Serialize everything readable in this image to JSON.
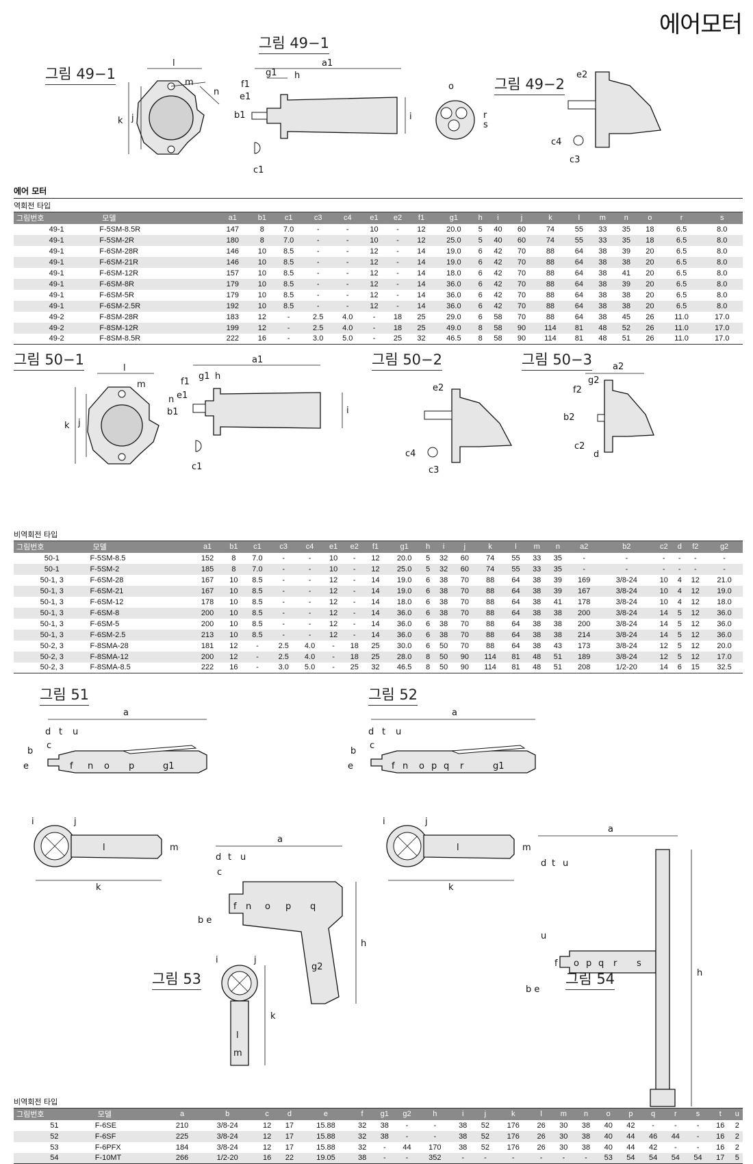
{
  "page_title": "에어모터",
  "figures": {
    "f49_1a": "그림 49−1",
    "f49_1b": "그림 49−1",
    "f49_2": "그림 49−2",
    "f50_1": "그림 50−1",
    "f50_2": "그림 50−2",
    "f50_3": "그림 50−3",
    "f51": "그림 51",
    "f52": "그림 52",
    "f53": "그림 53",
    "f54": "그림 54"
  },
  "section1": {
    "heading": "에어 모터",
    "subheading": "역회전 타입",
    "columns": [
      "그림번호",
      "모델",
      "a1",
      "b1",
      "c1",
      "c3",
      "c4",
      "e1",
      "e2",
      "f1",
      "g1",
      "h",
      "i",
      "j",
      "k",
      "l",
      "m",
      "n",
      "o",
      "r",
      "s"
    ],
    "rows": [
      [
        "49-1",
        "F-5SM-8.5R",
        "147",
        "8",
        "7.0",
        "-",
        "-",
        "10",
        "-",
        "12",
        "20.0",
        "5",
        "40",
        "60",
        "74",
        "55",
        "33",
        "35",
        "18",
        "6.5",
        "8.0"
      ],
      [
        "49-1",
        "F-5SM-2R",
        "180",
        "8",
        "7.0",
        "-",
        "-",
        "10",
        "-",
        "12",
        "25.0",
        "5",
        "40",
        "60",
        "74",
        "55",
        "33",
        "35",
        "18",
        "6.5",
        "8.0"
      ],
      [
        "49-1",
        "F-6SM-28R",
        "146",
        "10",
        "8.5",
        "-",
        "-",
        "12",
        "-",
        "14",
        "19.0",
        "6",
        "42",
        "70",
        "88",
        "64",
        "38",
        "39",
        "20",
        "6.5",
        "8.0"
      ],
      [
        "49-1",
        "F-6SM-21R",
        "146",
        "10",
        "8.5",
        "-",
        "-",
        "12",
        "-",
        "14",
        "19.0",
        "6",
        "42",
        "70",
        "88",
        "64",
        "38",
        "38",
        "20",
        "6.5",
        "8.0"
      ],
      [
        "49-1",
        "F-6SM-12R",
        "157",
        "10",
        "8.5",
        "-",
        "-",
        "12",
        "-",
        "14",
        "18.0",
        "6",
        "42",
        "70",
        "88",
        "64",
        "38",
        "41",
        "20",
        "6.5",
        "8.0"
      ],
      [
        "49-1",
        "F-6SM-8R",
        "179",
        "10",
        "8.5",
        "-",
        "-",
        "12",
        "-",
        "14",
        "36.0",
        "6",
        "42",
        "70",
        "88",
        "64",
        "38",
        "39",
        "20",
        "6.5",
        "8.0"
      ],
      [
        "49-1",
        "F-6SM-5R",
        "179",
        "10",
        "8.5",
        "-",
        "-",
        "12",
        "-",
        "14",
        "36.0",
        "6",
        "42",
        "70",
        "88",
        "64",
        "38",
        "38",
        "20",
        "6.5",
        "8.0"
      ],
      [
        "49-1",
        "F-6SM-2.5R",
        "192",
        "10",
        "8.5",
        "-",
        "-",
        "12",
        "-",
        "14",
        "36.0",
        "6",
        "42",
        "70",
        "88",
        "64",
        "38",
        "38",
        "20",
        "6.5",
        "8.0"
      ],
      [
        "49-2",
        "F-8SM-28R",
        "183",
        "12",
        "-",
        "2.5",
        "4.0",
        "-",
        "18",
        "25",
        "29.0",
        "6",
        "58",
        "70",
        "88",
        "64",
        "38",
        "45",
        "26",
        "11.0",
        "17.0"
      ],
      [
        "49-2",
        "F-8SM-12R",
        "199",
        "12",
        "-",
        "2.5",
        "4.0",
        "-",
        "18",
        "25",
        "49.0",
        "8",
        "58",
        "90",
        "114",
        "81",
        "48",
        "52",
        "26",
        "11.0",
        "17.0"
      ],
      [
        "49-2",
        "F-8SM-8.5R",
        "222",
        "16",
        "-",
        "3.0",
        "5.0",
        "-",
        "25",
        "32",
        "46.5",
        "8",
        "58",
        "90",
        "114",
        "81",
        "48",
        "51",
        "26",
        "11.0",
        "17.0"
      ]
    ]
  },
  "section2": {
    "subheading": "비역회전 타입",
    "columns": [
      "그림번호",
      "모델",
      "a1",
      "b1",
      "c1",
      "c3",
      "c4",
      "e1",
      "e2",
      "f1",
      "g1",
      "h",
      "i",
      "j",
      "k",
      "l",
      "m",
      "n",
      "a2",
      "b2",
      "c2",
      "d",
      "f2",
      "g2"
    ],
    "rows": [
      [
        "50-1",
        "F-5SM-8.5",
        "152",
        "8",
        "7.0",
        "-",
        "-",
        "10",
        "-",
        "12",
        "20.0",
        "5",
        "32",
        "60",
        "74",
        "55",
        "33",
        "35",
        "-",
        "-",
        "-",
        "-",
        "-",
        "-"
      ],
      [
        "50-1",
        "F-5SM-2",
        "185",
        "8",
        "7.0",
        "-",
        "-",
        "10",
        "-",
        "12",
        "25.0",
        "5",
        "32",
        "60",
        "74",
        "55",
        "33",
        "35",
        "-",
        "-",
        "-",
        "-",
        "-",
        "-"
      ],
      [
        "50-1, 3",
        "F-6SM-28",
        "167",
        "10",
        "8.5",
        "-",
        "-",
        "12",
        "-",
        "14",
        "19.0",
        "6",
        "38",
        "70",
        "88",
        "64",
        "38",
        "39",
        "169",
        "3/8-24",
        "10",
        "4",
        "12",
        "21.0"
      ],
      [
        "50-1, 3",
        "F-6SM-21",
        "167",
        "10",
        "8.5",
        "-",
        "-",
        "12",
        "-",
        "14",
        "19.0",
        "6",
        "38",
        "70",
        "88",
        "64",
        "38",
        "39",
        "167",
        "3/8-24",
        "10",
        "4",
        "12",
        "19.0"
      ],
      [
        "50-1, 3",
        "F-6SM-12",
        "178",
        "10",
        "8.5",
        "-",
        "-",
        "12",
        "-",
        "14",
        "18.0",
        "6",
        "38",
        "70",
        "88",
        "64",
        "38",
        "41",
        "178",
        "3/8-24",
        "10",
        "4",
        "12",
        "18.0"
      ],
      [
        "50-1, 3",
        "F-6SM-8",
        "200",
        "10",
        "8.5",
        "-",
        "-",
        "12",
        "-",
        "14",
        "36.0",
        "6",
        "38",
        "70",
        "88",
        "64",
        "38",
        "38",
        "200",
        "3/8-24",
        "14",
        "5",
        "12",
        "36.0"
      ],
      [
        "50-1, 3",
        "F-6SM-5",
        "200",
        "10",
        "8.5",
        "-",
        "-",
        "12",
        "-",
        "14",
        "36.0",
        "6",
        "38",
        "70",
        "88",
        "64",
        "38",
        "38",
        "200",
        "3/8-24",
        "14",
        "5",
        "12",
        "36.0"
      ],
      [
        "50-1, 3",
        "F-6SM-2.5",
        "213",
        "10",
        "8.5",
        "-",
        "-",
        "12",
        "-",
        "14",
        "36.0",
        "6",
        "38",
        "70",
        "88",
        "64",
        "38",
        "38",
        "214",
        "3/8-24",
        "14",
        "5",
        "12",
        "36.0"
      ],
      [
        "50-2, 3",
        "F-8SMA-28",
        "181",
        "12",
        "-",
        "2.5",
        "4.0",
        "-",
        "18",
        "25",
        "30.0",
        "6",
        "50",
        "70",
        "88",
        "64",
        "38",
        "43",
        "173",
        "3/8-24",
        "12",
        "5",
        "12",
        "20.0"
      ],
      [
        "50-2, 3",
        "F-8SMA-12",
        "200",
        "12",
        "-",
        "2.5",
        "4.0",
        "-",
        "18",
        "25",
        "28.0",
        "8",
        "50",
        "90",
        "114",
        "81",
        "48",
        "51",
        "189",
        "3/8-24",
        "12",
        "5",
        "12",
        "17.0"
      ],
      [
        "50-2, 3",
        "F-8SMA-8.5",
        "222",
        "16",
        "-",
        "3.0",
        "5.0",
        "-",
        "25",
        "32",
        "46.5",
        "8",
        "50",
        "90",
        "114",
        "81",
        "48",
        "51",
        "208",
        "1/2-20",
        "14",
        "6",
        "15",
        "32.5"
      ]
    ]
  },
  "section3": {
    "subheading": "비역회전 타입",
    "columns": [
      "그림번호",
      "모델",
      "a",
      "b",
      "c",
      "d",
      "e",
      "f",
      "g1",
      "g2",
      "h",
      "i",
      "j",
      "k",
      "l",
      "m",
      "n",
      "o",
      "p",
      "q",
      "r",
      "s",
      "t",
      "u"
    ],
    "rows": [
      [
        "51",
        "F-6SE",
        "210",
        "3/8-24",
        "12",
        "17",
        "15.88",
        "32",
        "38",
        "-",
        "-",
        "38",
        "52",
        "176",
        "26",
        "30",
        "38",
        "40",
        "42",
        "-",
        "-",
        "-",
        "16",
        "2"
      ],
      [
        "52",
        "F-6SF",
        "225",
        "3/8-24",
        "12",
        "17",
        "15.88",
        "32",
        "38",
        "-",
        "-",
        "38",
        "52",
        "176",
        "26",
        "30",
        "38",
        "40",
        "44",
        "46",
        "44",
        "-",
        "16",
        "2"
      ],
      [
        "53",
        "F-6PFX",
        "184",
        "3/8-24",
        "12",
        "17",
        "15.88",
        "32",
        "-",
        "44",
        "170",
        "38",
        "52",
        "176",
        "26",
        "30",
        "38",
        "40",
        "44",
        "42",
        "-",
        "-",
        "16",
        "2"
      ],
      [
        "54",
        "F-10MT",
        "266",
        "1/2-20",
        "16",
        "22",
        "19.05",
        "38",
        "-",
        "-",
        "352",
        "-",
        "-",
        "-",
        "-",
        "-",
        "-",
        "53",
        "54",
        "54",
        "54",
        "54",
        "17",
        "5"
      ]
    ]
  },
  "dims": {
    "a": "a",
    "a1": "a1",
    "a2": "a2",
    "b": "b",
    "b1": "b1",
    "b2": "b2",
    "c": "c",
    "c1": "c1",
    "c2": "c2",
    "c3": "c3",
    "c4": "c4",
    "d": "d",
    "e": "e",
    "e1": "e1",
    "e2": "e2",
    "f": "f",
    "f1": "f1",
    "f2": "f2",
    "g1": "g1",
    "g2": "g2",
    "h": "h",
    "i": "i",
    "j": "j",
    "k": "k",
    "l": "l",
    "m": "m",
    "n": "n",
    "o": "o",
    "p": "p",
    "q": "q",
    "r": "r",
    "s": "s",
    "t": "t",
    "u": "u",
    "be": "b e"
  }
}
